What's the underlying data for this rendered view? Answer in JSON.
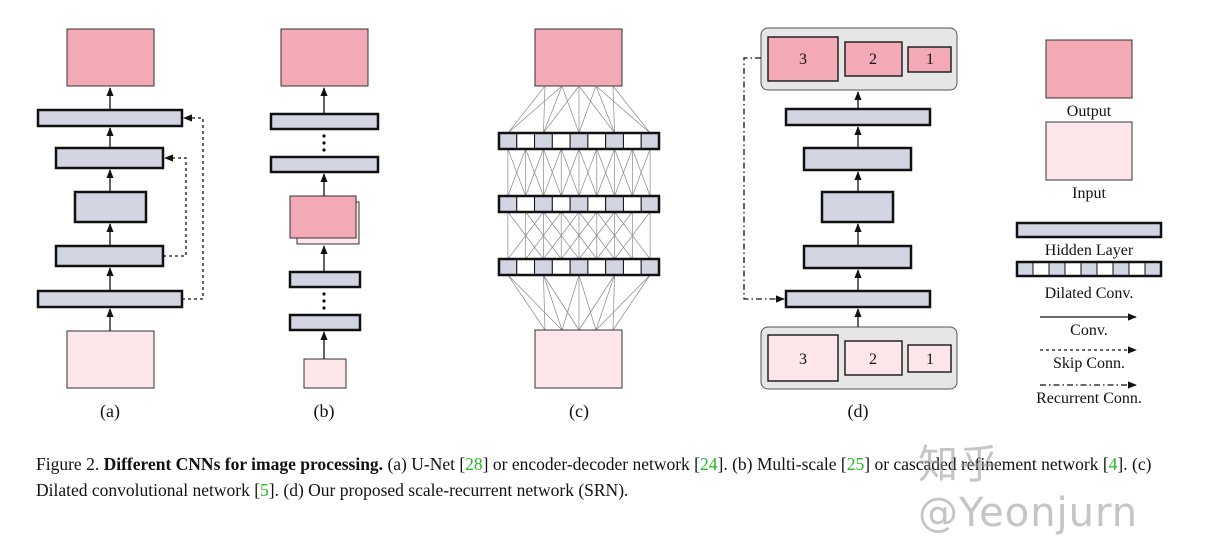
{
  "panels": {
    "a": {
      "label": "(a)"
    },
    "b": {
      "label": "(b)"
    },
    "c": {
      "label": "(c)"
    },
    "d": {
      "label": "(d)",
      "output_scales": [
        "3",
        "2",
        "1"
      ],
      "input_scales": [
        "3",
        "2",
        "1"
      ]
    }
  },
  "legend": {
    "output": "Output",
    "input": "Input",
    "hidden_layer": "Hidden Layer",
    "dilated_conv": "Dilated Conv.",
    "conv": "Conv.",
    "skip_conn": "Skip Conn.",
    "recurrent_conn": "Recurrent Conn."
  },
  "caption": {
    "figure_label": "Figure 2.",
    "title": "Different CNNs for image processing.",
    "part1": " (a) U-Net [",
    "ref1": "28",
    "part2": "] or encoder-decoder network [",
    "ref2": "24",
    "part3": "]. (b) Multi-scale [",
    "ref3": "25",
    "part4": "] or cascaded refinement network [",
    "ref4": "4",
    "part5": "]. (c) Dilated convolutional network [",
    "ref5": "5",
    "part6": "]. (d) Our proposed scale-recurrent network (SRN)."
  },
  "watermark": "知乎 @Yeonjurn",
  "colors": {
    "output_fill": "#f4a9b6",
    "input_fill": "#fce6e9",
    "hidden_fill": "#d3d6e2",
    "group_fill": "#e6e6e6",
    "reference": "#22b822"
  }
}
